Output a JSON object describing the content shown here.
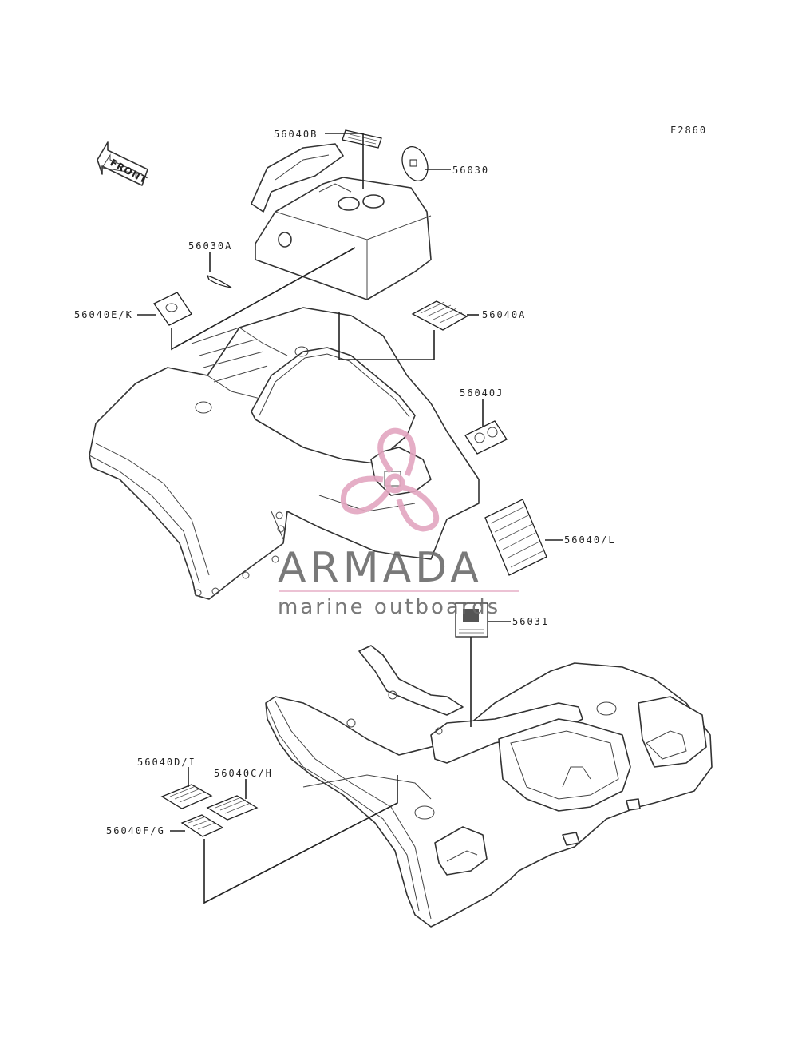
{
  "figure_code": "F2860",
  "front_arrow": {
    "text": "FRONT",
    "icon": "front-arrow-icon"
  },
  "callouts": [
    {
      "id": "56040B",
      "text": "56040B"
    },
    {
      "id": "56030",
      "text": "56030"
    },
    {
      "id": "56030A",
      "text": "56030A"
    },
    {
      "id": "56040E_K",
      "text": "56040E/K"
    },
    {
      "id": "56040A",
      "text": "56040A"
    },
    {
      "id": "56040J",
      "text": "56040J"
    },
    {
      "id": "56040_L",
      "text": "56040/L"
    },
    {
      "id": "56031",
      "text": "56031"
    },
    {
      "id": "56040D_I",
      "text": "56040D/I"
    },
    {
      "id": "56040C_H",
      "text": "56040C/H"
    },
    {
      "id": "56040F_G",
      "text": "56040F/G"
    }
  ],
  "watermark": {
    "brand": "ARMADA",
    "tagline": "marine outboards",
    "logo_color": "#e3a6c0",
    "text_color": "#6b6b6b"
  }
}
